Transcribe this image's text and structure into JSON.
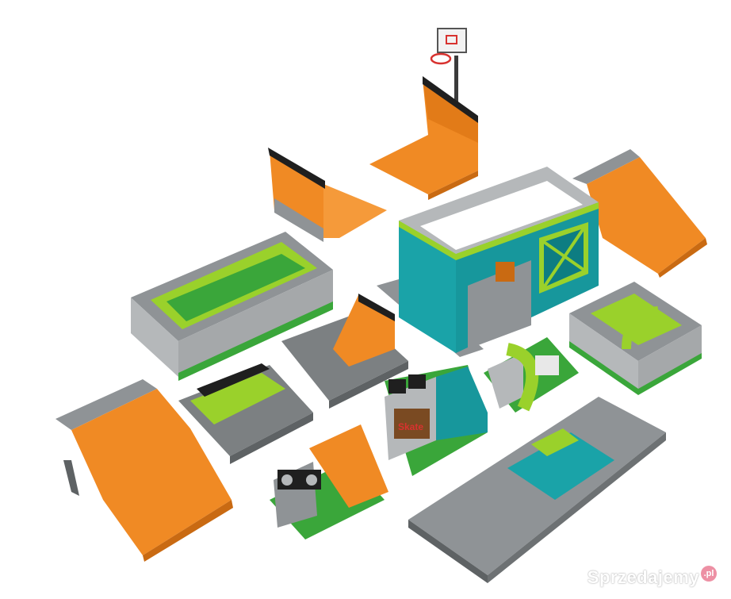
{
  "photo": {
    "subject": "LEGO City street skate park set pieces",
    "sign_text": "Skate",
    "colors": {
      "orange": "#f08a24",
      "orange_dark": "#c96a12",
      "gray": "#8f9396",
      "gray_light": "#b5b8ba",
      "gray_dark": "#5e6264",
      "teal": "#1aa3a8",
      "teal_dark": "#0d7d82",
      "lime": "#9ad12b",
      "green": "#3aa63a",
      "green_dark": "#237a26",
      "black": "#1f1f1f",
      "red": "#d8322f"
    }
  },
  "watermark": {
    "text": "Sprzedajemy",
    "badge": ".pl"
  }
}
